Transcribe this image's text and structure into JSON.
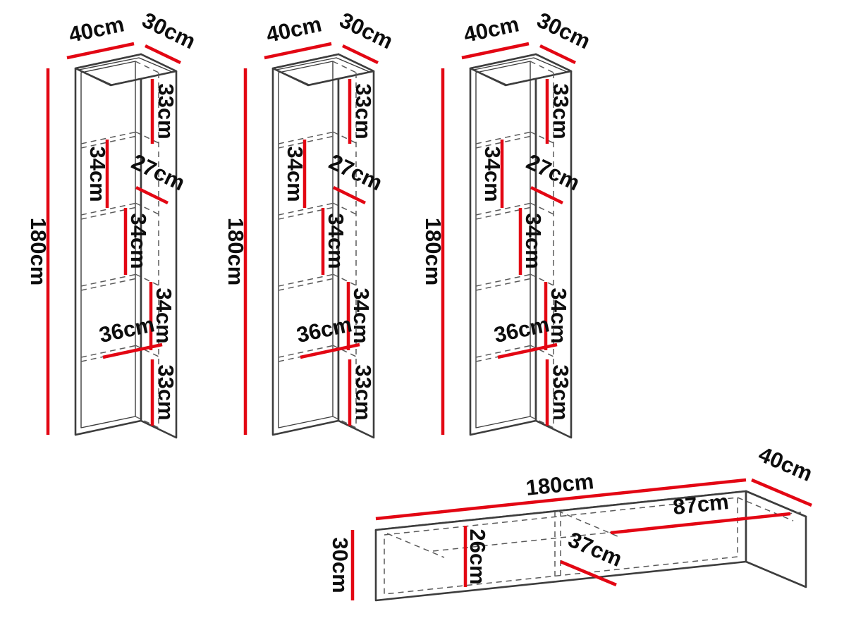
{
  "diagram": {
    "units": "cm",
    "accent_color": "#e30613",
    "outline_color": "#3d3d3d",
    "background_color": "#ffffff",
    "cabinets": [
      {
        "id": "cabinet-1",
        "width": "40cm",
        "depth": "30cm",
        "height": "180cm",
        "sections": {
          "top": "33cm",
          "second": "34cm",
          "inner_depth": "27cm",
          "third": "34cm",
          "fourth": "34cm",
          "inner_width": "36cm",
          "bottom": "33cm"
        }
      },
      {
        "id": "cabinet-2",
        "width": "40cm",
        "depth": "30cm",
        "height": "180cm",
        "sections": {
          "top": "33cm",
          "second": "34cm",
          "inner_depth": "27cm",
          "third": "34cm",
          "fourth": "34cm",
          "inner_width": "36cm",
          "bottom": "33cm"
        }
      },
      {
        "id": "cabinet-3",
        "width": "40cm",
        "depth": "30cm",
        "height": "180cm",
        "sections": {
          "top": "33cm",
          "second": "34cm",
          "inner_depth": "27cm",
          "third": "34cm",
          "fourth": "34cm",
          "inner_width": "36cm",
          "bottom": "33cm"
        }
      }
    ],
    "tv_stand": {
      "id": "tv-stand",
      "length": "180cm",
      "depth": "40cm",
      "height": "30cm",
      "inner_width": "87cm",
      "inner_height": "26cm",
      "inner_depth": "37cm"
    }
  }
}
